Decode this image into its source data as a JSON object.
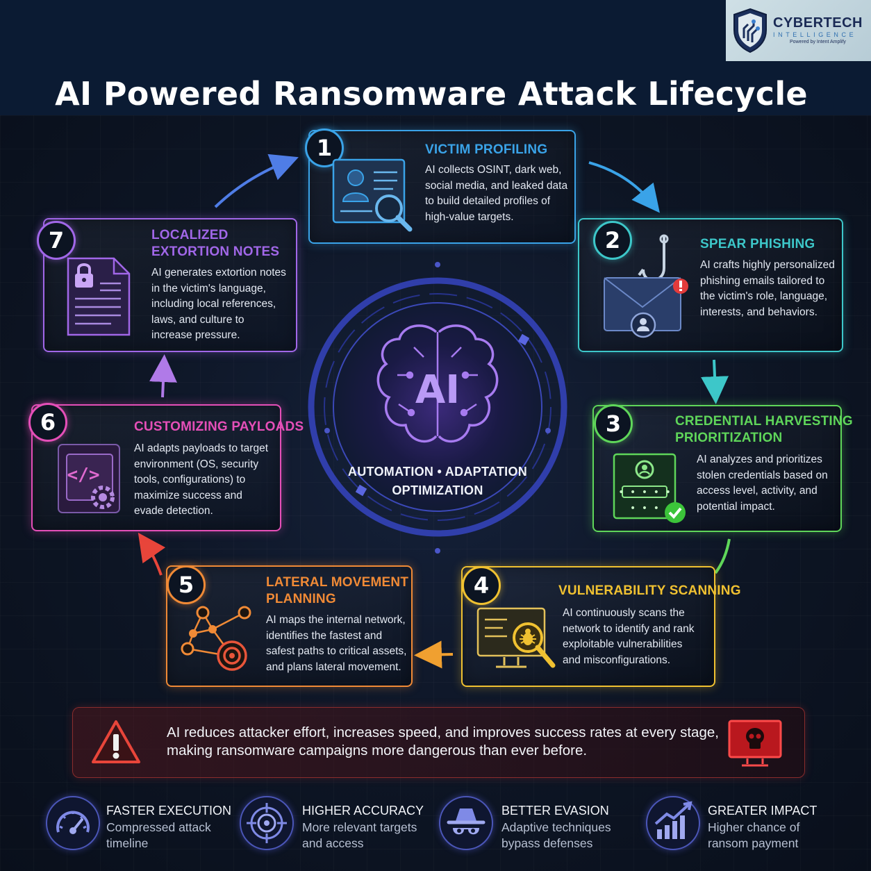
{
  "header": {
    "title": "AI Powered Ransomware Attack Lifecycle",
    "logo": {
      "name": "CYBERTECH",
      "sub": "INTELLIGENCE",
      "powered": "Powered by Intent Amplify"
    }
  },
  "center": {
    "ai_label": "AI",
    "tagline_1": "AUTOMATION • ADAPTATION",
    "tagline_2": "OPTIMIZATION"
  },
  "steps": [
    {
      "number": "1",
      "title_1": "VICTIM PROFILING",
      "title_2": "",
      "color": "#3aa3e8",
      "body": [
        "AI collects OSINT, dark web,",
        "social media, and leaked data",
        "to build detailed profiles of",
        "high-value targets."
      ],
      "icon": "profile-search-icon"
    },
    {
      "number": "2",
      "title_1": "SPEAR PHISHING",
      "title_2": "",
      "color": "#3dc7c9",
      "body": [
        "AI crafts highly personalized",
        "phishing emails tailored to",
        "the victim's role, language,",
        "interests, and behaviors."
      ],
      "icon": "phishing-hook-email-icon"
    },
    {
      "number": "3",
      "title_1": "CREDENTIAL HARVESTING",
      "title_2": "PRIORITIZATION",
      "color": "#5fd65a",
      "body": [
        "AI analyzes and prioritizes",
        "stolen credentials based on",
        "access level, activity, and",
        "potential impact."
      ],
      "icon": "credential-login-icon"
    },
    {
      "number": "4",
      "title_1": "VULNERABILITY SCANNING",
      "title_2": "",
      "color": "#f0c131",
      "body": [
        "AI continuously scans the",
        "network to identify and rank",
        "exploitable vulnerabilities",
        "and misconfigurations."
      ],
      "icon": "monitor-bug-scan-icon"
    },
    {
      "number": "5",
      "title_1": "LATERAL MOVEMENT",
      "title_2": "PLANNING",
      "color": "#f08a36",
      "body": [
        "AI maps the internal network,",
        "identifies the fastest and",
        "safest paths to critical assets,",
        "and plans lateral movement."
      ],
      "icon": "network-target-icon"
    },
    {
      "number": "6",
      "title_1": "CUSTOMIZING PAYLOADS",
      "title_2": "",
      "color": "#e54fb8",
      "body": [
        "AI adapts payloads to target",
        "environment (OS, security",
        "tools, configurations) to",
        "maximize success and",
        "evade detection."
      ],
      "icon": "code-gear-icon"
    },
    {
      "number": "7",
      "title_1": "LOCALIZED",
      "title_2": "EXTORTION NOTES",
      "color": "#a167e8",
      "body": [
        "AI generates extortion notes",
        "in the victim's language,",
        "including local references,",
        "laws, and culture to",
        "increase pressure."
      ],
      "icon": "locked-document-icon"
    }
  ],
  "warning": {
    "line_1": "AI reduces attacker effort, increases speed, and improves success rates at every stage,",
    "line_2": "making ransomware campaigns more dangerous than ever before.",
    "icon_left": "warning-triangle-icon",
    "icon_right": "skull-monitor-icon"
  },
  "stats": [
    {
      "title": "FASTER EXECUTION",
      "desc_1": "Compressed attack",
      "desc_2": "timeline",
      "icon": "speedometer-icon"
    },
    {
      "title": "HIGHER ACCURACY",
      "desc_1": "More relevant targets",
      "desc_2": "and access",
      "icon": "crosshair-target-icon"
    },
    {
      "title": "BETTER EVASION",
      "desc_1": "Adaptive techniques",
      "desc_2": "bypass defenses",
      "icon": "spy-hat-icon"
    },
    {
      "title": "GREATER IMPACT",
      "desc_1": "Higher chance of",
      "desc_2": "ransom payment",
      "icon": "growth-chart-icon"
    }
  ]
}
